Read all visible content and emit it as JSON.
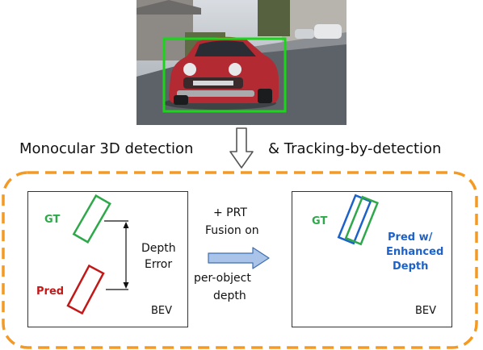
{
  "colors": {
    "gt_box": "#2ea84a",
    "pred_box": "#c21818",
    "enhanced_box": "#1c62c8",
    "detection_box": "#19d619",
    "dash_frame": "#f49a22",
    "flow_arrow": "#a9c4e8",
    "car_body": "#b32a33",
    "road": "#5d6168"
  },
  "captions": {
    "monocular": "Monocular 3D detection",
    "tracking": "& Tracking-by-detection"
  },
  "left_panel": {
    "gt_label": "GT",
    "pred_label": "Pred",
    "depth_error_line1": "Depth",
    "depth_error_line2": "Error",
    "bev_label": "BEV"
  },
  "center": {
    "line1": "+ PRT",
    "line2": "Fusion on",
    "line3": "per-object",
    "line4": "depth"
  },
  "right_panel": {
    "gt_label": "GT",
    "pred_line1": "Pred w/",
    "pred_line2": "Enhanced",
    "pred_line3": "Depth",
    "bev_label": "BEV"
  }
}
